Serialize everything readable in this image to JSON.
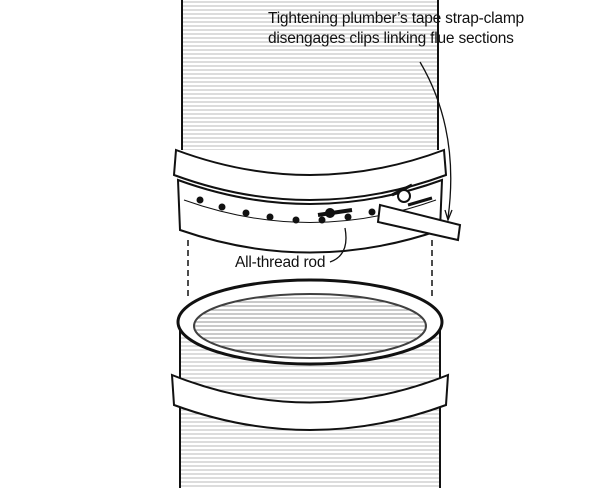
{
  "callouts": {
    "clamp_line1": "Tightening plumber’s tape strap-clamp",
    "clamp_line2": "disengages clips linking flue sections",
    "rod": "All-thread rod"
  }
}
